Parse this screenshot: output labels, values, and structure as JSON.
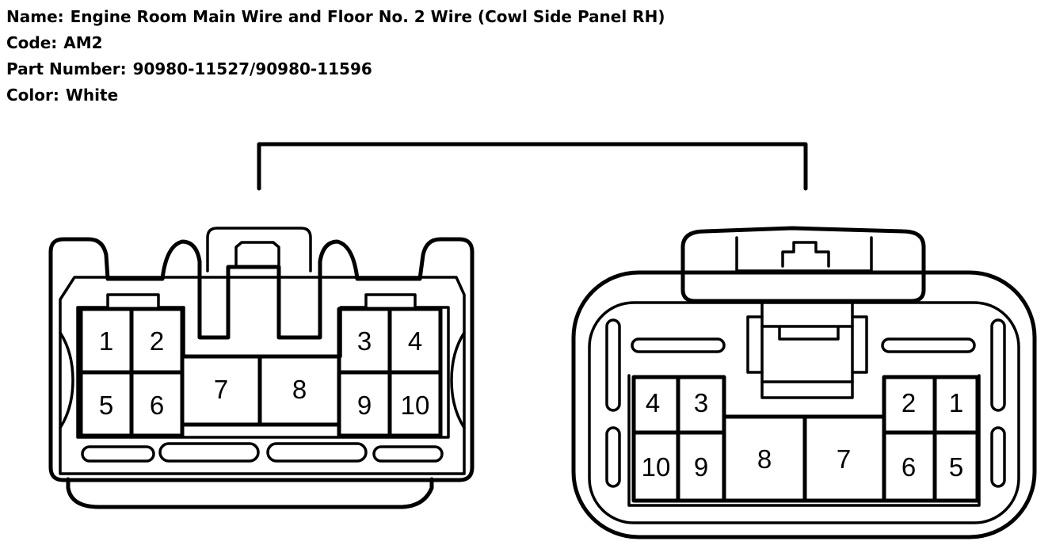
{
  "info": {
    "name_label": "Name:",
    "name_value": "Engine Room Main Wire and Floor No. 2 Wire (Cowl Side Panel RH)",
    "code_label": "Code:",
    "code_value": "AM2",
    "part_label": "Part Number:",
    "part_value": "90980-11527/90980-11596",
    "color_label": "Color:",
    "color_value": "White"
  },
  "left_connector": {
    "pins": {
      "p1": "1",
      "p2": "2",
      "p3": "3",
      "p4": "4",
      "p5": "5",
      "p6": "6",
      "p7": "7",
      "p8": "8",
      "p9": "9",
      "p10": "10"
    }
  },
  "right_connector": {
    "pins": {
      "p1": "1",
      "p2": "2",
      "p3": "3",
      "p4": "4",
      "p5": "5",
      "p6": "6",
      "p7": "7",
      "p8": "8",
      "p9": "9",
      "p10": "10"
    }
  },
  "colors": {
    "line": "#000000",
    "background": "#ffffff"
  }
}
